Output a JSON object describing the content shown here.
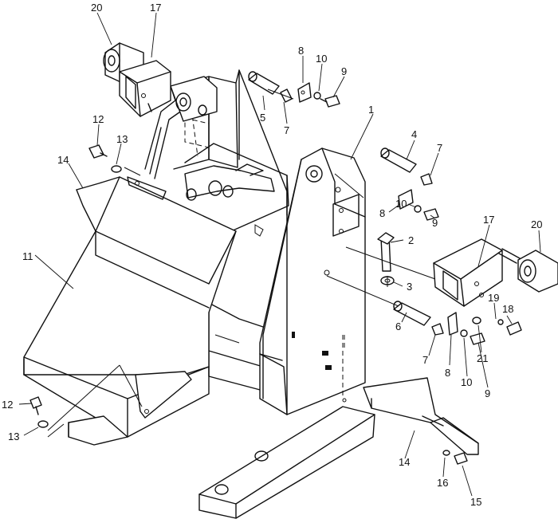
{
  "callouts": [
    {
      "id": "c1",
      "text": "1"
    },
    {
      "id": "c2",
      "text": "2"
    },
    {
      "id": "c3",
      "text": "3"
    },
    {
      "id": "c4",
      "text": "4"
    },
    {
      "id": "c5",
      "text": "5"
    },
    {
      "id": "c6",
      "text": "6"
    },
    {
      "id": "c7a",
      "text": "7"
    },
    {
      "id": "c7b",
      "text": "7"
    },
    {
      "id": "c7c",
      "text": "7"
    },
    {
      "id": "c8a",
      "text": "8"
    },
    {
      "id": "c8b",
      "text": "8"
    },
    {
      "id": "c8c",
      "text": "8"
    },
    {
      "id": "c9a",
      "text": "9"
    },
    {
      "id": "c9b",
      "text": "9"
    },
    {
      "id": "c9c",
      "text": "9"
    },
    {
      "id": "c10a",
      "text": "10"
    },
    {
      "id": "c10b",
      "text": "10"
    },
    {
      "id": "c10c",
      "text": "10"
    },
    {
      "id": "c11",
      "text": "11"
    },
    {
      "id": "c12a",
      "text": "12"
    },
    {
      "id": "c12b",
      "text": "12"
    },
    {
      "id": "c13a",
      "text": "13"
    },
    {
      "id": "c13b",
      "text": "13"
    },
    {
      "id": "c14a",
      "text": "14"
    },
    {
      "id": "c14b",
      "text": "14"
    },
    {
      "id": "c15",
      "text": "15"
    },
    {
      "id": "c16",
      "text": "16"
    },
    {
      "id": "c17a",
      "text": "17"
    },
    {
      "id": "c17b",
      "text": "17"
    },
    {
      "id": "c18",
      "text": "18"
    },
    {
      "id": "c19",
      "text": "19"
    },
    {
      "id": "c20a",
      "text": "20"
    },
    {
      "id": "c20b",
      "text": "20"
    },
    {
      "id": "c21",
      "text": "21"
    }
  ]
}
